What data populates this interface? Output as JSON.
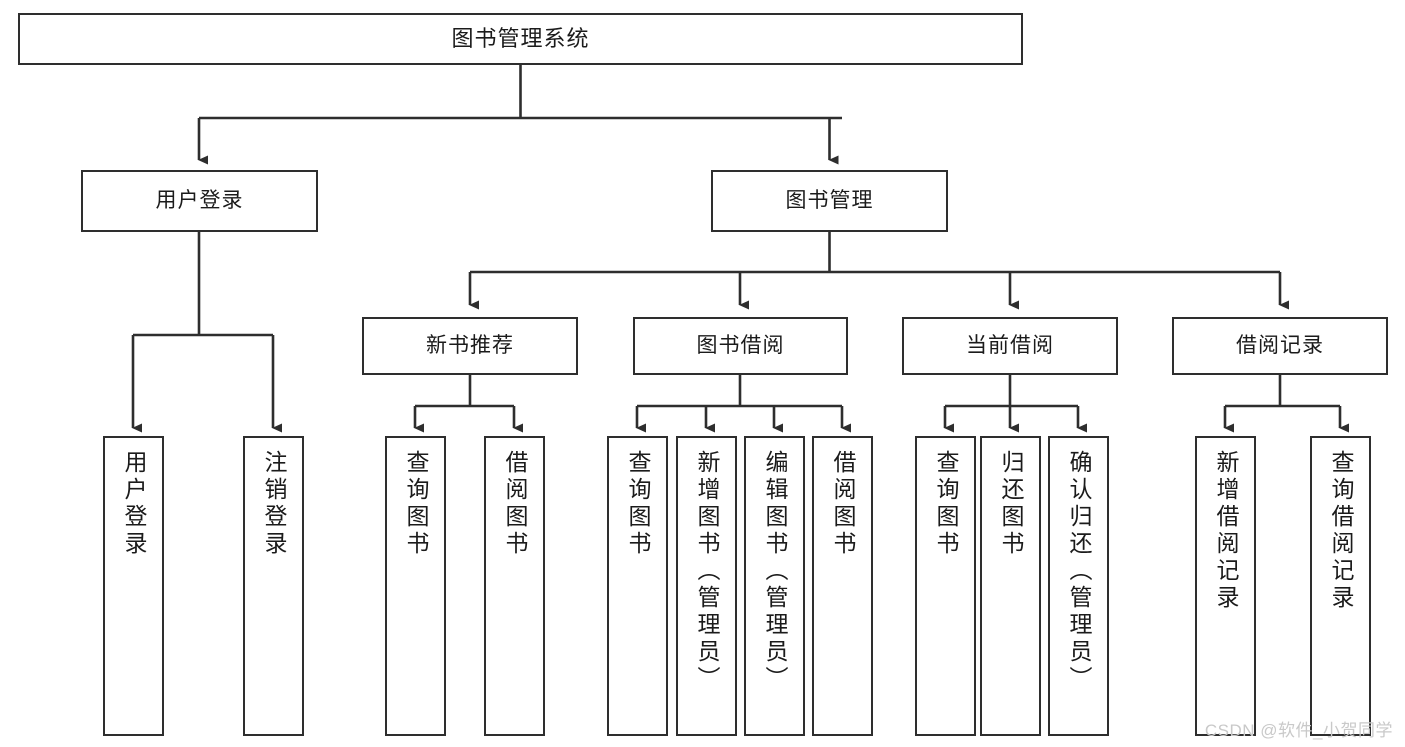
{
  "diagram": {
    "title": "图书管理系统",
    "type": "tree-hierarchy-chart",
    "orientation": "top-down",
    "colors": {
      "box_border": "#2e2e2e",
      "box_fill": "#ffffff",
      "connector": "#2e2e2e",
      "text": "#1b1b1b",
      "watermark": "#c9c9c9",
      "background": "#ffffff"
    },
    "watermark": "CSDN @软件_小贺同学",
    "root": {
      "id": "root",
      "label": "图书管理系统"
    },
    "level2": [
      {
        "id": "user-login",
        "label": "用户登录"
      },
      {
        "id": "book-manage",
        "label": "图书管理"
      }
    ],
    "level3": [
      {
        "id": "new-book-recommend",
        "label": "新书推荐",
        "parent": "book-manage"
      },
      {
        "id": "book-borrow",
        "label": "图书借阅",
        "parent": "book-manage"
      },
      {
        "id": "current-borrow",
        "label": "当前借阅",
        "parent": "book-manage"
      },
      {
        "id": "borrow-record",
        "label": "借阅记录",
        "parent": "book-manage"
      }
    ],
    "leaves": [
      {
        "id": "leaf-user-login",
        "label": "用户登录",
        "parent": "user-login"
      },
      {
        "id": "leaf-logout",
        "label": "注销登录",
        "parent": "user-login"
      },
      {
        "id": "leaf-query-book-1",
        "label": "查询图书",
        "parent": "new-book-recommend"
      },
      {
        "id": "leaf-borrow-book-1",
        "label": "借阅图书",
        "parent": "new-book-recommend"
      },
      {
        "id": "leaf-query-book-2",
        "label": "查询图书",
        "parent": "book-borrow"
      },
      {
        "id": "leaf-add-book",
        "label": "新增图书（管理员）",
        "parent": "book-borrow"
      },
      {
        "id": "leaf-edit-book",
        "label": "编辑图书（管理员）",
        "parent": "book-borrow"
      },
      {
        "id": "leaf-borrow-book-2",
        "label": "借阅图书",
        "parent": "book-borrow"
      },
      {
        "id": "leaf-query-book-3",
        "label": "查询图书",
        "parent": "current-borrow"
      },
      {
        "id": "leaf-return-book",
        "label": "归还图书",
        "parent": "current-borrow"
      },
      {
        "id": "leaf-confirm-return",
        "label": "确认归还（管理员）",
        "parent": "current-borrow"
      },
      {
        "id": "leaf-add-record",
        "label": "新增借阅记录",
        "parent": "borrow-record"
      },
      {
        "id": "leaf-query-record",
        "label": "查询借阅记录",
        "parent": "borrow-record"
      }
    ]
  }
}
